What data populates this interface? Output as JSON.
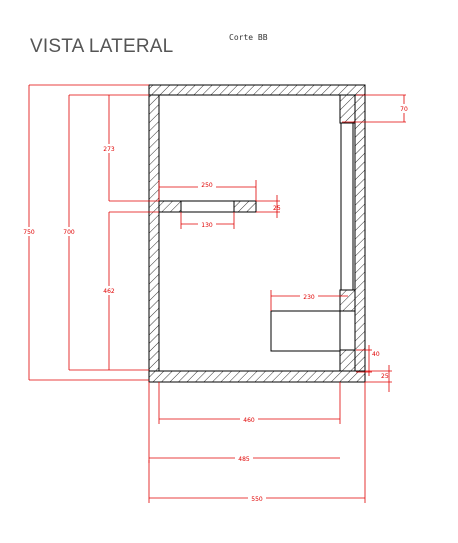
{
  "title": "VISTA LATERAL",
  "subtitle": "Corte BB",
  "colors": {
    "dimension": "#e00000",
    "outline": "#000000",
    "text": "#555555"
  },
  "dimensions": {
    "total_height": "750",
    "inner_height": "700",
    "upper_gap": "273",
    "lower_gap": "462",
    "top_panel": "70",
    "shelf_width": "250",
    "shelf_thickness": "25",
    "shelf_support": "130",
    "drawer_depth": "230",
    "plinth_height": "40",
    "base_thickness": "25",
    "inner_width": "460",
    "mid_width": "485",
    "total_width": "550"
  }
}
